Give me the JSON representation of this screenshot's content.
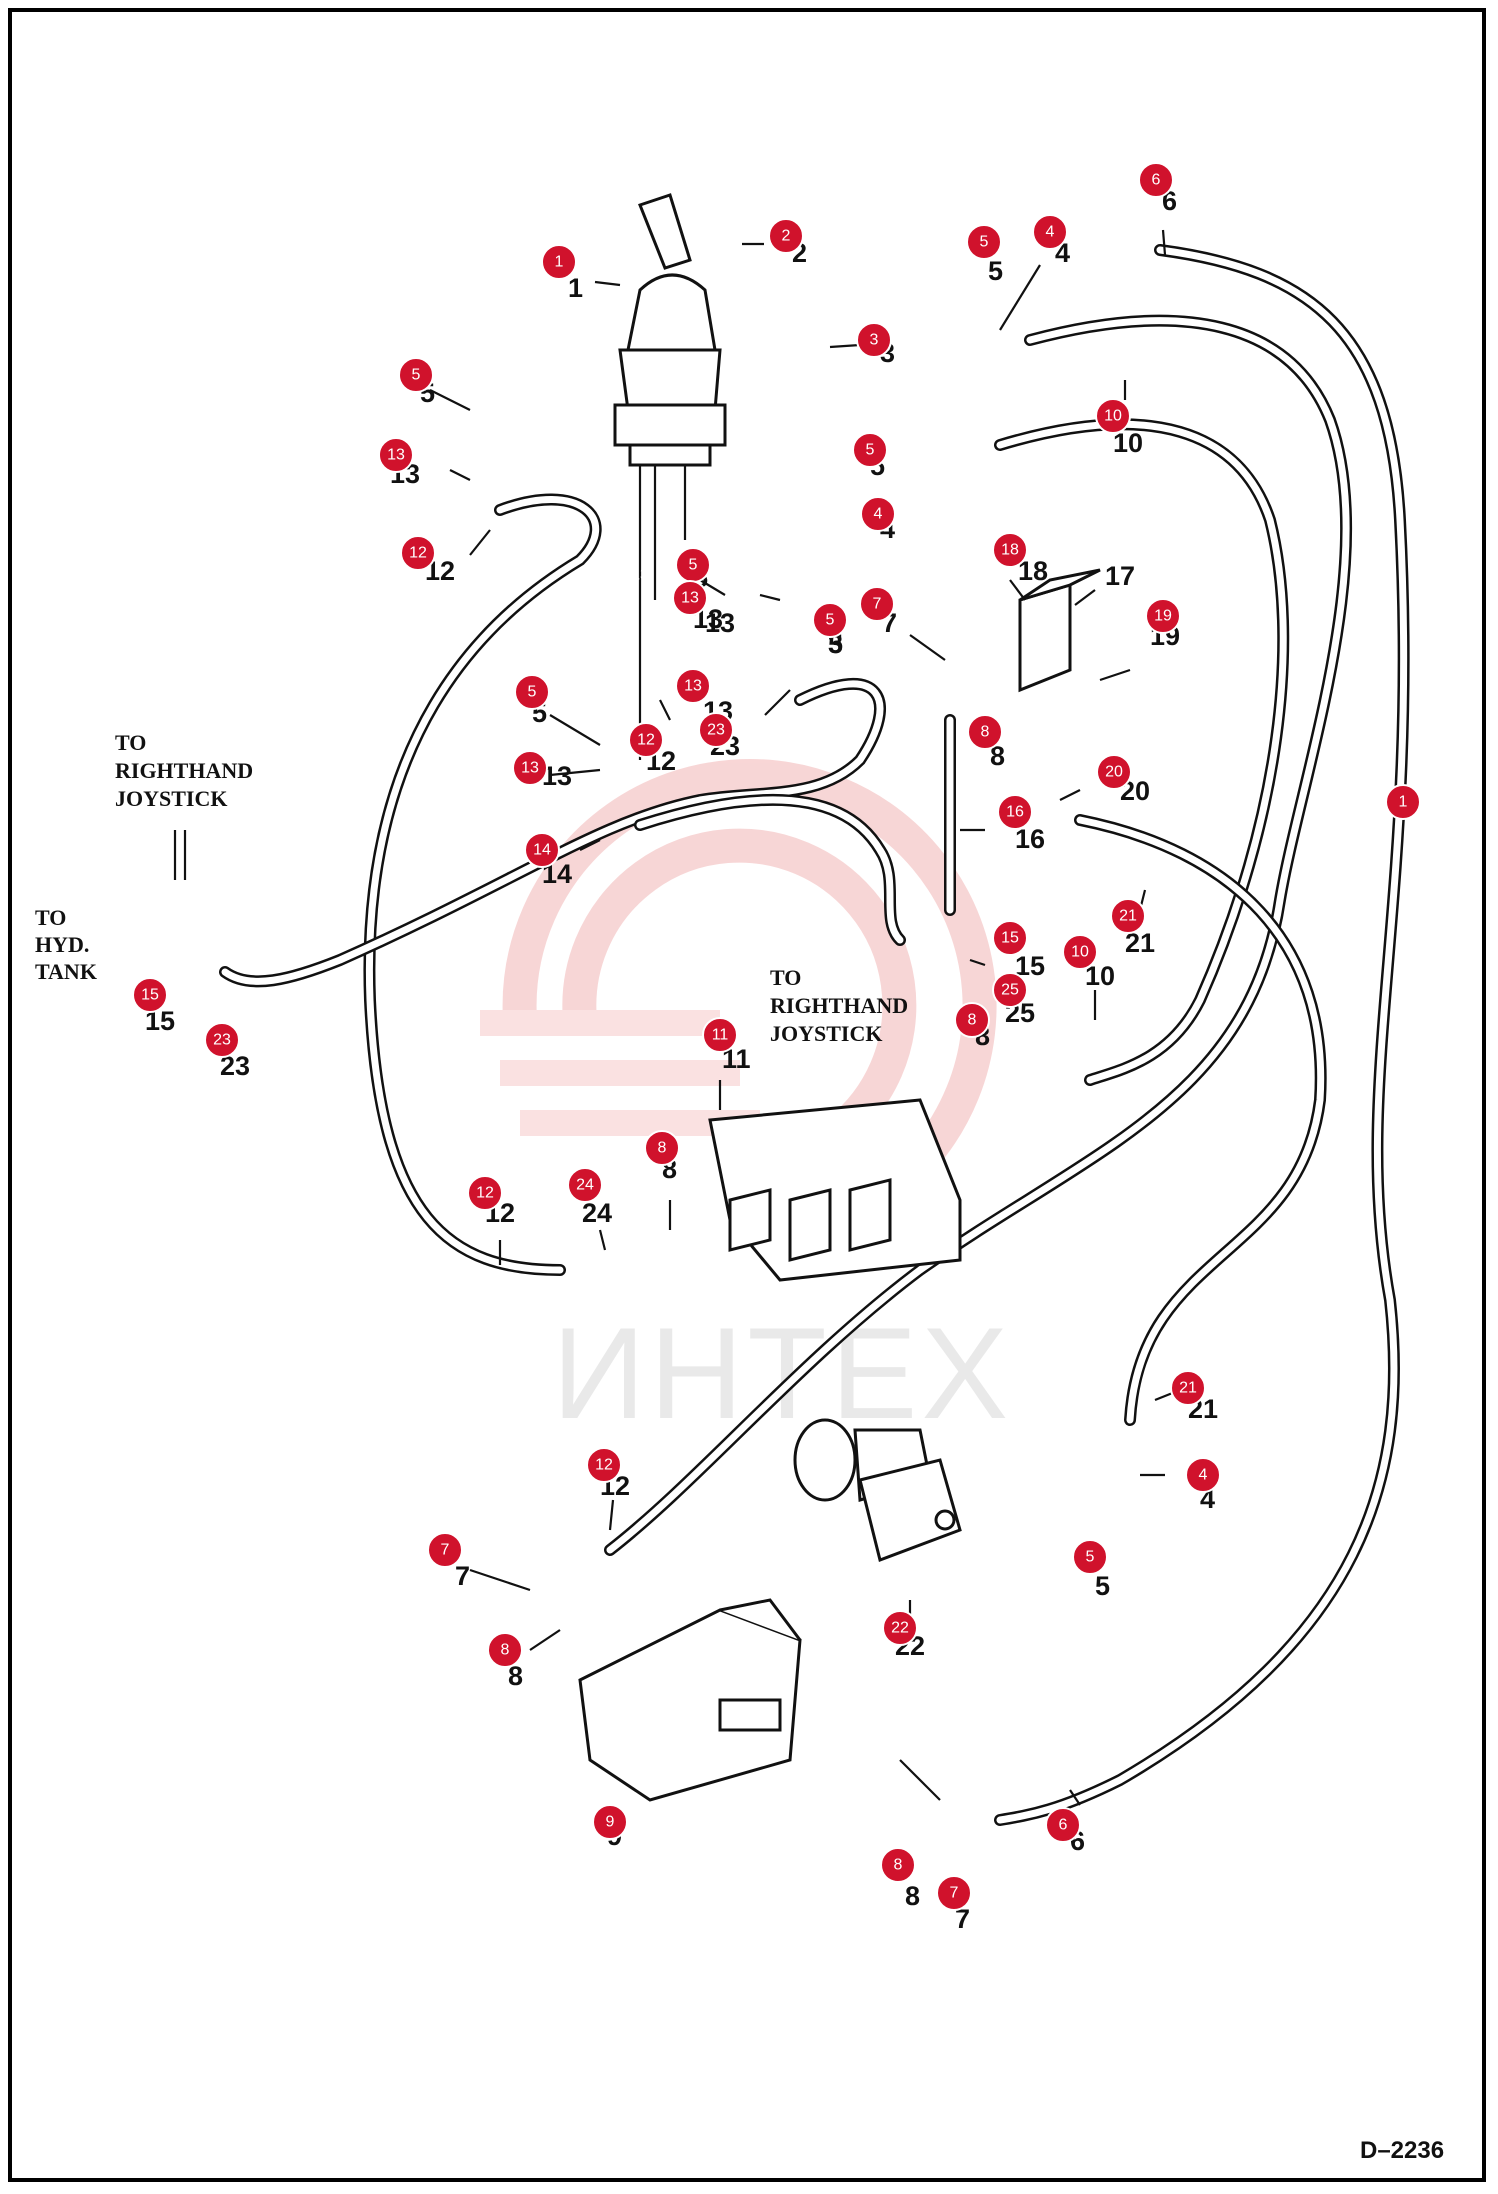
{
  "drawing": {
    "reference": "D–2236"
  },
  "watermark": {
    "text": "ИНТЕХ"
  },
  "notes": {
    "to_righthand_joystick_top": [
      "TO",
      "RIGHTHAND",
      "JOYSTICK"
    ],
    "to_hyd_tank": [
      "TO",
      "HYD.",
      "TANK"
    ],
    "to_righthand_joystick_mid": [
      "TO",
      "RIGHTHAND",
      "JOYSTICK"
    ]
  },
  "part_labels": [
    "1",
    "2",
    "3",
    "5",
    "4",
    "6",
    "5",
    "13",
    "12",
    "10",
    "5",
    "4",
    "5",
    "13",
    "13",
    "7",
    "18",
    "17",
    "5",
    "3",
    "13",
    "23",
    "12",
    "8",
    "19",
    "5",
    "13",
    "14",
    "20",
    "16",
    "21",
    "15",
    "10",
    "25",
    "8",
    "15",
    "23",
    "11",
    "12",
    "24",
    "8",
    "21",
    "12",
    "4",
    "5",
    "7",
    "8",
    "22",
    "9",
    "8",
    "7",
    "6"
  ],
  "bubbles": [
    "1",
    "2",
    "3",
    "5",
    "4",
    "6",
    "5",
    "13",
    "12",
    "10",
    "5",
    "4",
    "5",
    "13",
    "13",
    "7",
    "18",
    "5",
    "23",
    "13",
    "12",
    "8",
    "19",
    "5",
    "13",
    "14",
    "20",
    "16",
    "1",
    "21",
    "15",
    "10",
    "25",
    "8",
    "15",
    "23",
    "11",
    "12",
    "24",
    "8",
    "21",
    "12",
    "4",
    "5",
    "7",
    "8",
    "22",
    "9",
    "8",
    "7",
    "6"
  ],
  "colors": {
    "bubble": "#d0122c",
    "line": "#111111",
    "watermark": "#d8d8d8"
  }
}
